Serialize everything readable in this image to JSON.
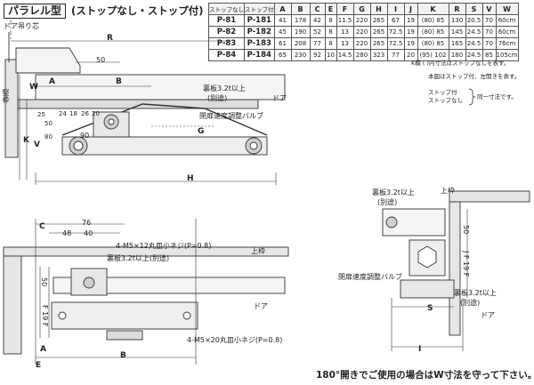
{
  "header": {
    "title": "パラレル型",
    "subtitle": "(ストップなし・ストップ付)"
  },
  "spec_table": {
    "columns": [
      "ストップなし",
      "ストップ付",
      "A",
      "B",
      "C",
      "E",
      "F",
      "G",
      "H",
      "I",
      "J",
      "K",
      "R",
      "S",
      "V",
      "W"
    ],
    "rows": [
      [
        "P-81",
        "P-181",
        "41",
        "178",
        "42",
        "8",
        "11.5",
        "220",
        "265",
        "67",
        "19",
        "(80) 85",
        "130",
        "20.5",
        "70",
        "60cm"
      ],
      [
        "P-82",
        "P-182",
        "45",
        "190",
        "52",
        "8",
        "13",
        "220",
        "265",
        "72.5",
        "19",
        "(80) 85",
        "145",
        "24.5",
        "70",
        "60cm"
      ],
      [
        "P-83",
        "P-183",
        "61",
        "208",
        "77",
        "8",
        "13",
        "220",
        "265",
        "72.5",
        "19",
        "(80) 85",
        "165",
        "24.5",
        "70",
        "76cm"
      ],
      [
        "P-84",
        "P-184",
        "65",
        "230",
        "92",
        "10",
        "14.5",
        "280",
        "323",
        "77",
        "20",
        "(95) 102",
        "180",
        "24.5",
        "85",
        "105cm"
      ]
    ]
  },
  "notes": {
    "kbrackets": "K欄 ( )内寸法はストップなしを表す。",
    "position": "本図はストップ付、左開きを表す。",
    "stop_with": "ストップ付",
    "stop_without": "ストップなし",
    "same": "同一寸法です。"
  },
  "top_view": {
    "door_hinge": "ドア吊り芯",
    "R": "R",
    "dim_50": "50",
    "W": "W",
    "frame": "竪枠",
    "A": "A",
    "B": "B",
    "plate": "裏板3.2t以上",
    "separate": "(別途)",
    "door": "ドア",
    "valve": "閉扉速度調整バルブ",
    "G": "G",
    "d25": "25",
    "d24": "24",
    "d18": "18",
    "d26": "26",
    "d20": "20",
    "d50": "50",
    "d80": "80",
    "d90": "90",
    "K": "K",
    "V": "V",
    "H": "H"
  },
  "bottom_view": {
    "C": "C",
    "d76": "76",
    "d48": "48",
    "d40": "40",
    "screw1": "4-M5×12丸皿小ネジ(P=0.8)",
    "plate": "裏板3.2t以上(別途)",
    "top_frame": "上枠",
    "d50": "50",
    "F19F": "F 19 F",
    "door": "ドア",
    "screw2": "4-M5×20丸皿小ネジ(P=0.8)",
    "A": "A",
    "B": "B",
    "E": "E"
  },
  "side_view": {
    "top_frame": "上枠",
    "plate": "裏板3.2t以上",
    "separate": "(別途)",
    "d50": "50",
    "JF19F": "J  F 19 F",
    "valve": "閉扉速度調整バルブ",
    "plate2": "裏板3.2t以上",
    "separate2": "(別途)",
    "S": "S",
    "door": "ドア",
    "I": "I"
  },
  "footer": {
    "text": "180°開きでご使用の場合はW寸法を守って下さい。"
  }
}
